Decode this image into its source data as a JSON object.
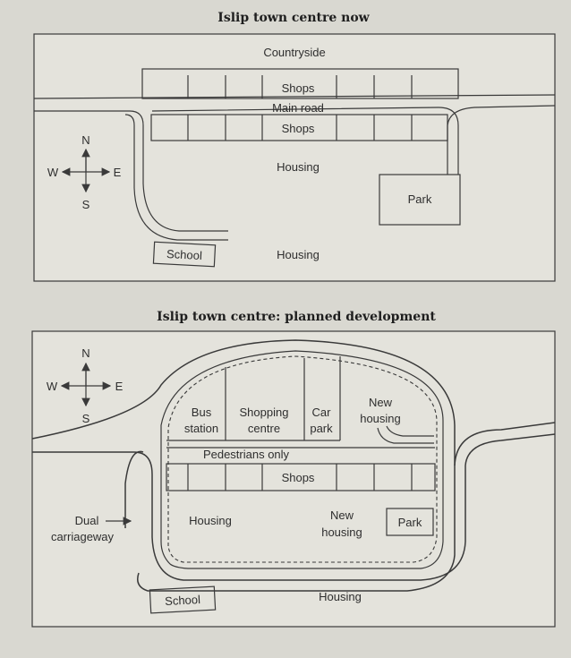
{
  "map_now": {
    "title": "Islip town centre now",
    "labels": {
      "countryside": "Countryside",
      "shops_north": "Shops",
      "main_road": "Main road",
      "shops_south": "Shops",
      "housing_centre": "Housing",
      "park": "Park",
      "school": "School",
      "housing_south": "Housing"
    },
    "compass": {
      "n": "N",
      "s": "S",
      "e": "E",
      "w": "W"
    }
  },
  "map_plan": {
    "title": "Islip town centre: planned development",
    "labels": {
      "bus_station_1": "Bus",
      "bus_station_2": "station",
      "shopping_centre_1": "Shopping",
      "shopping_centre_2": "centre",
      "car_park_1": "Car",
      "car_park_2": "park",
      "new_housing_ne_1": "New",
      "new_housing_ne_2": "housing",
      "pedestrians_only": "Pedestrians only",
      "shops": "Shops",
      "housing_west": "Housing",
      "new_housing_s_1": "New",
      "new_housing_s_2": "housing",
      "park": "Park",
      "dual_carriageway_1": "Dual",
      "dual_carriageway_2": "carriageway",
      "school": "School",
      "housing_south": "Housing"
    },
    "compass": {
      "n": "N",
      "s": "S",
      "e": "E",
      "w": "W"
    }
  }
}
